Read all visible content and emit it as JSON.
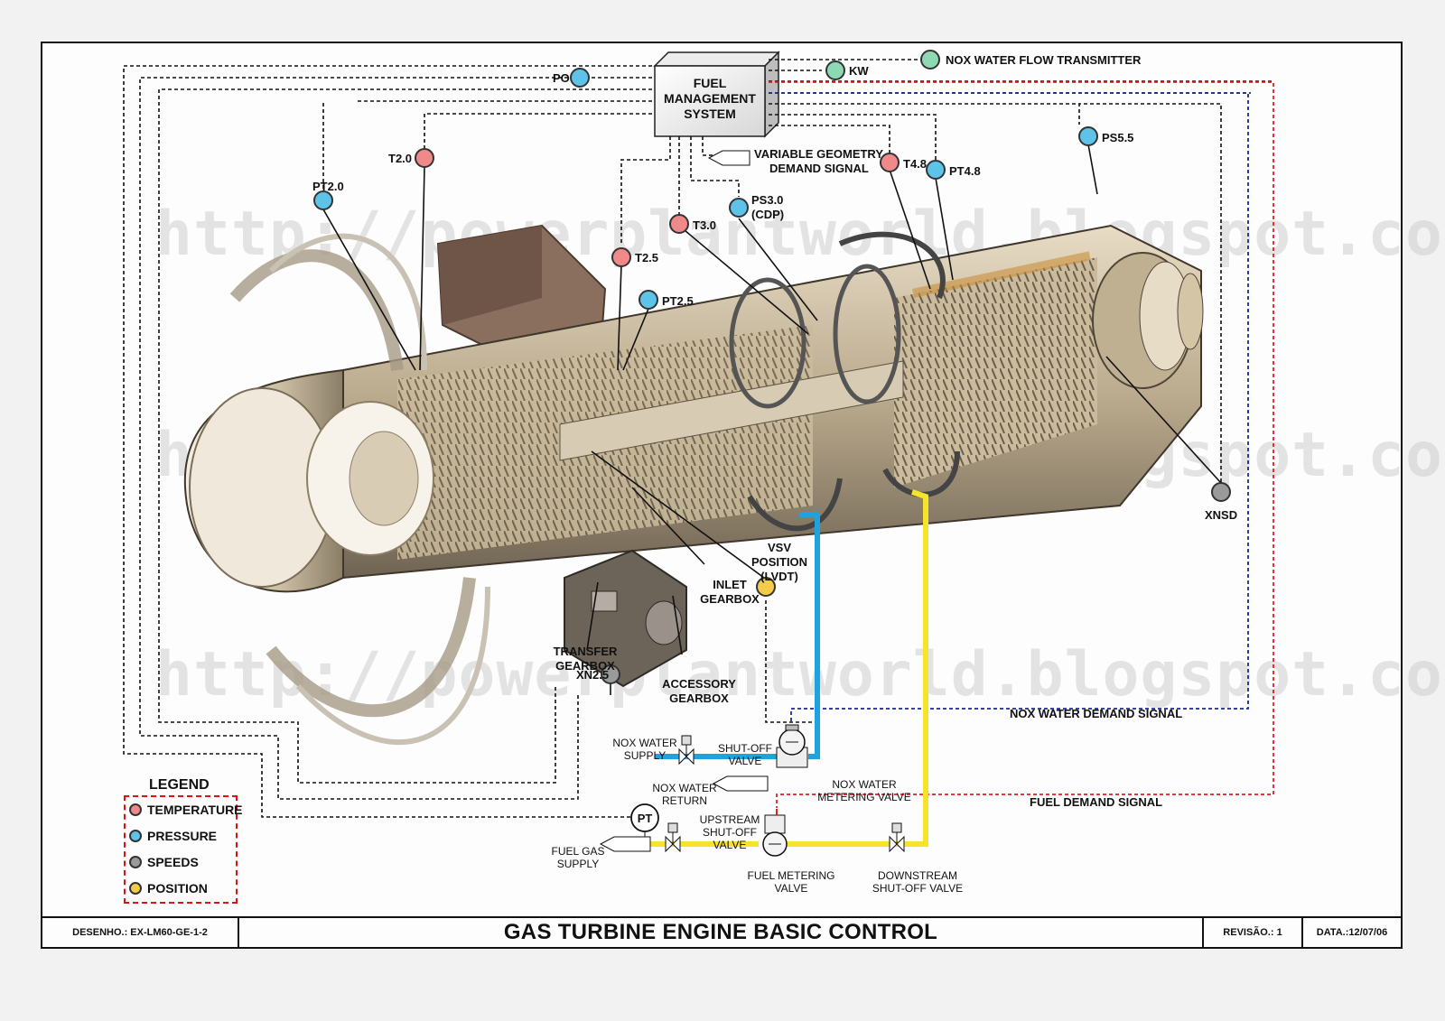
{
  "title": "GAS TURBINE ENGINE BASIC CONTROL",
  "drawing": "DESENHO.: EX-LM60-GE-1-2",
  "revision": "REVISÃO.: 1",
  "date": "DATA.:12/07/06",
  "watermark": "http://powerplantworld.blogspot.com",
  "legend": {
    "title": "LEGEND",
    "items": [
      {
        "label": "TEMPERATURE",
        "color": "#f08a8a"
      },
      {
        "label": "PRESSURE",
        "color": "#5ec3e8"
      },
      {
        "label": "SPEEDS",
        "color": "#9a9a9a"
      },
      {
        "label": "POSITION",
        "color": "#f2cc4a"
      }
    ]
  },
  "fms": {
    "line1": "FUEL",
    "line2": "MANAGEMENT",
    "line3": "SYSTEM"
  },
  "sensors": {
    "po": "PO",
    "kw": "KW",
    "nox_tx": "NOX WATER FLOW TRANSMITTER",
    "t20": "T2.0",
    "pt20": "PT2.0",
    "t25": "T2.5",
    "pt25": "PT2.5",
    "t30": "T3.0",
    "ps30_a": "PS3.0",
    "ps30_b": "(CDP)",
    "t48": "T4.8",
    "pt48": "PT4.8",
    "ps55": "PS5.5",
    "xnsd": "XNSD",
    "xn25": "XN2.5",
    "vsv_a": "VSV",
    "vsv_b": "POSITION",
    "vsv_c": "(LVDT)"
  },
  "labels": {
    "vg_a": "VARIABLE GEOMETRY",
    "vg_b": "DEMAND SIGNAL",
    "inlet_a": "INLET",
    "inlet_b": "GEARBOX",
    "transfer_a": "TRANSFER",
    "transfer_b": "GEARBOX",
    "accessory_a": "ACCESSORY",
    "accessory_b": "GEARBOX",
    "nox_demand": "NOX WATER DEMAND SIGNAL",
    "fuel_demand": "FUEL DEMAND SIGNAL",
    "nox_supply_a": "NOX WATER",
    "nox_supply_b": "SUPPLY",
    "shutoff_a": "SHUT-OFF",
    "shutoff_b": "VALVE",
    "nox_return_a": "NOX WATER",
    "nox_return_b": "RETURN",
    "nox_meter_a": "NOX WATER",
    "nox_meter_b": "METERING VALVE",
    "pt": "PT",
    "upstream_a": "UPSTREAM",
    "upstream_b": "SHUT-OFF",
    "upstream_c": "VALVE",
    "fuelgas_a": "FUEL GAS",
    "fuelgas_b": "SUPPLY",
    "fuelmeter_a": "FUEL METERING",
    "fuelmeter_b": "VALVE",
    "downstream_a": "DOWNSTREAM",
    "downstream_b": "SHUT-OFF VALVE"
  },
  "colors": {
    "temperature": "#f08a8a",
    "pressure": "#5ec3e8",
    "speeds": "#9a9a9a",
    "position": "#f2cc4a",
    "nox_kw": "#8fd8b4",
    "fuel_line": "#f6e42a",
    "water_line": "#1ea3de",
    "fuel_signal": "#e02020",
    "nox_signal": "#1a2a9a"
  }
}
